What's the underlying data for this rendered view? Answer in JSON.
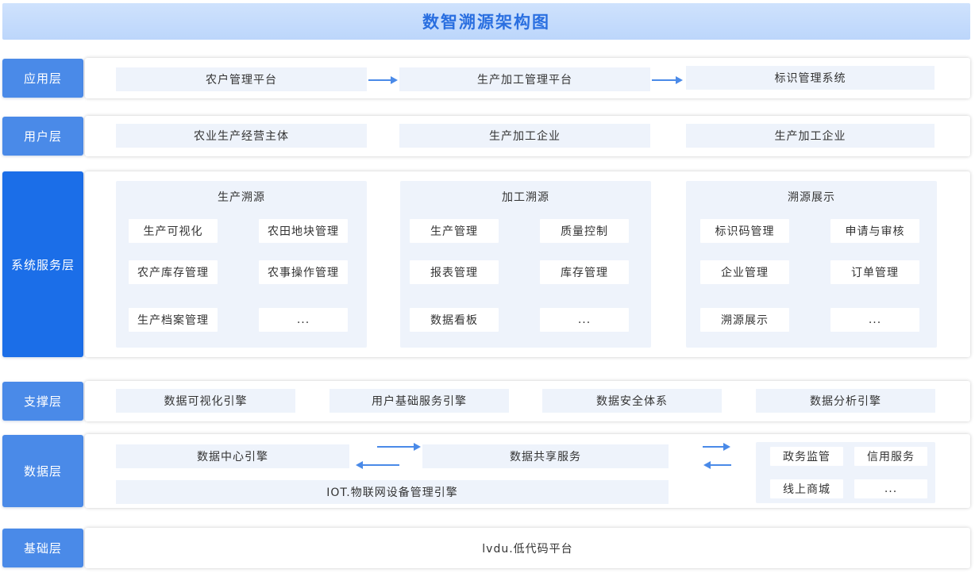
{
  "title": "数智溯源架构图",
  "colors": {
    "accent": "#1b6ee8",
    "label_bg": "#4a8ae8",
    "box_bg": "#eef3fb",
    "title_text": "#2a6fe0",
    "arrow": "#4a8ae8"
  },
  "layers": {
    "app": {
      "label": "应用层",
      "items": [
        "农户管理平台",
        "生产加工管理平台",
        "标识管理系统"
      ]
    },
    "user": {
      "label": "用户层",
      "items": [
        "农业生产经营主体",
        "生产加工企业",
        "生产加工企业"
      ]
    },
    "service": {
      "label": "系统服务层",
      "groups": [
        {
          "title": "生产溯源",
          "cells": [
            "生产可视化",
            "农田地块管理",
            "农产库存管理",
            "农事操作管理",
            "生产档案管理",
            "..."
          ]
        },
        {
          "title": "加工溯源",
          "cells": [
            "生产管理",
            "质量控制",
            "报表管理",
            "库存管理",
            "数据看板",
            "..."
          ]
        },
        {
          "title": "溯源展示",
          "cells": [
            "标识码管理",
            "申请与审核",
            "企业管理",
            "订单管理",
            "溯源展示",
            "..."
          ]
        }
      ]
    },
    "support": {
      "label": "支撑层",
      "items": [
        "数据可视化引擎",
        "用户基础服务引擎",
        "数据安全体系",
        "数据分析引擎"
      ]
    },
    "data": {
      "label": "数据层",
      "center": "数据中心引擎",
      "share": "数据共享服务",
      "iot": "IOT.物联网设备管理引擎",
      "services": [
        "政务监管",
        "信用服务",
        "线上商城",
        "..."
      ]
    },
    "base": {
      "label": "基础层",
      "platform": "lvdu.低代码平台"
    }
  }
}
